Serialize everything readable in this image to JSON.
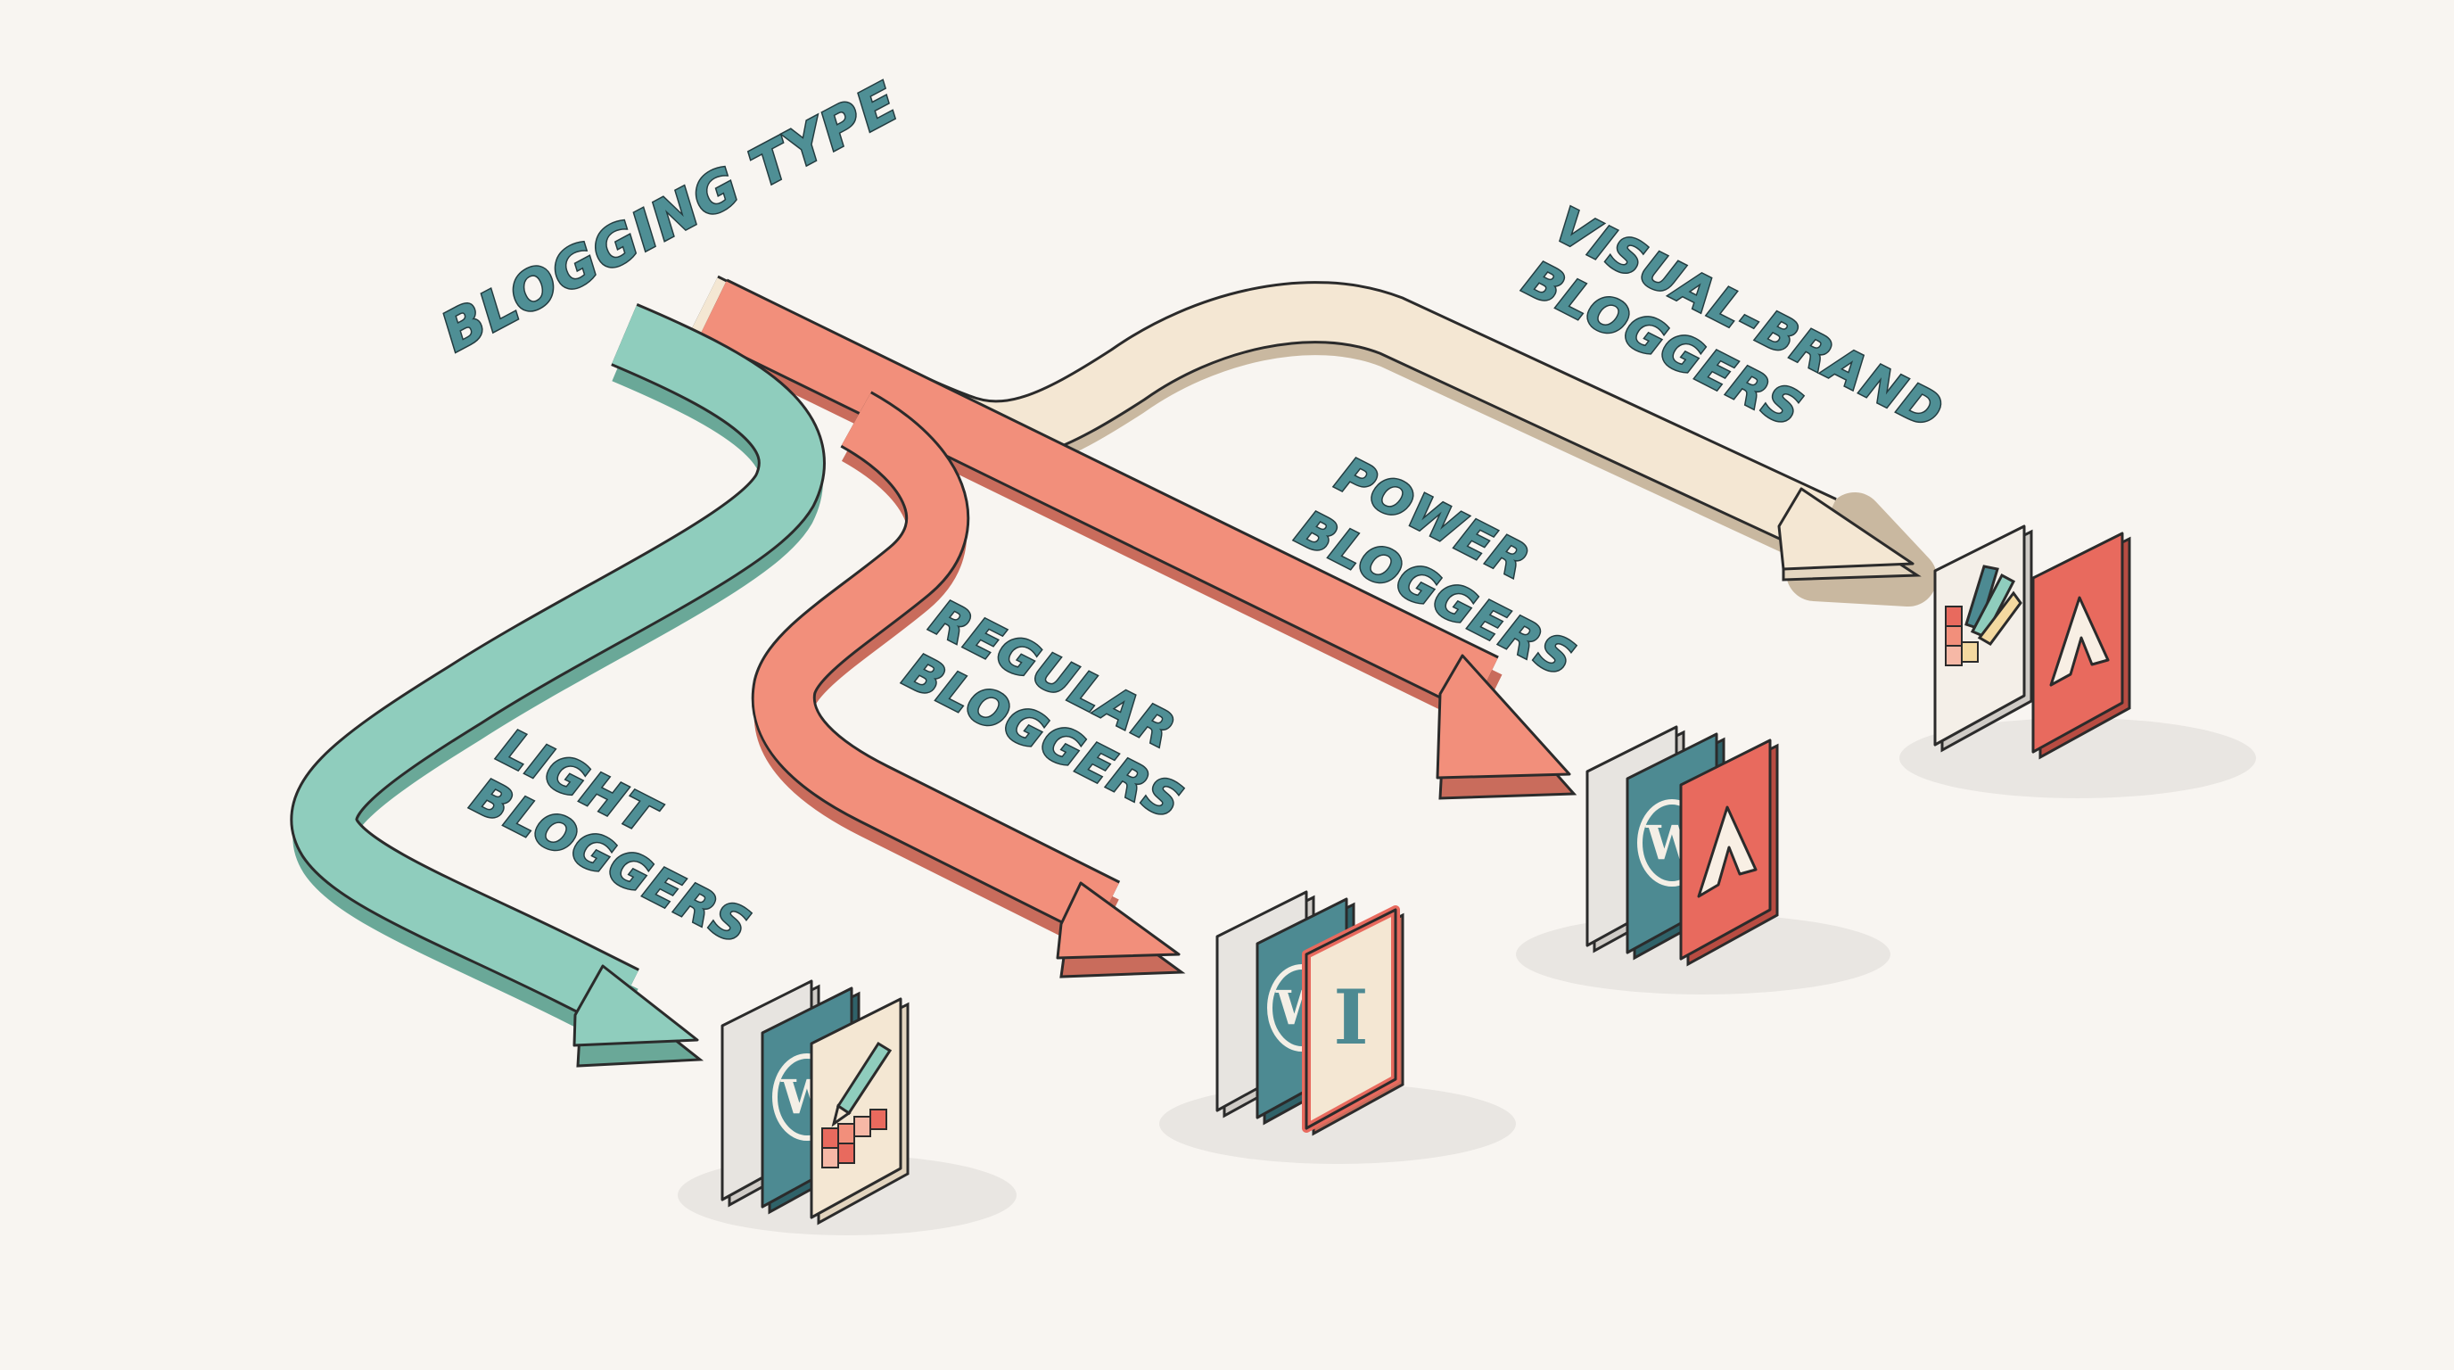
{
  "title": "BLOGGING TYPE",
  "colors": {
    "background": "#f8f5f1",
    "teal": "#8fcdbd",
    "coral": "#f28f7b",
    "cream": "#f4e7d3",
    "label_fill": "#4f8f95",
    "label_outline": "#233c40",
    "dark_teal_tile": "#4d8a92",
    "light_grey_tile": "#e7e4e0",
    "red_tile": "#e86a5e"
  },
  "branches": [
    {
      "name": "light-bloggers",
      "label_lines": [
        "LIGHT",
        "BLOGGERS"
      ],
      "color": "teal",
      "icons": [
        "blank-tile-icon",
        "wordpress-icon",
        "color-palette-icon"
      ]
    },
    {
      "name": "regular-bloggers",
      "label_lines": [
        "REGULAR",
        "BLOGGERS"
      ],
      "color": "coral",
      "icons": [
        "blank-tile-icon",
        "wordpress-icon",
        "typography-i-icon"
      ]
    },
    {
      "name": "power-bloggers",
      "label_lines": [
        "POWER",
        "BLOGGERS"
      ],
      "color": "coral",
      "icons": [
        "blank-tile-icon",
        "wordpress-icon",
        "adobe-icon"
      ]
    },
    {
      "name": "visual-brand-bloggers",
      "label_lines": [
        "VISUAL-BRAND",
        "BLOGGERS"
      ],
      "color": "cream",
      "icons": [
        "color-palette-icon",
        "adobe-icon"
      ]
    }
  ]
}
